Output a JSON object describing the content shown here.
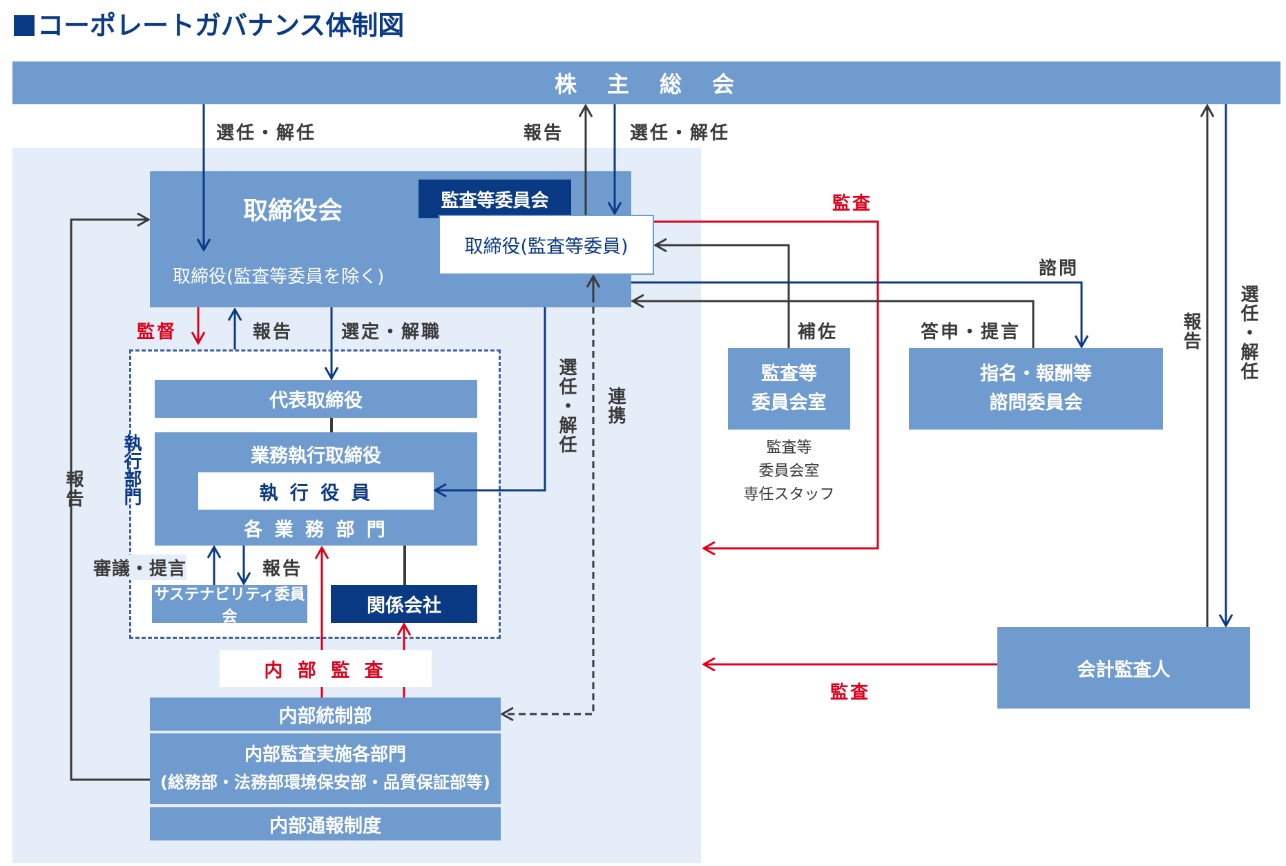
{
  "title": "コーポレートガバナンス体制図",
  "colors": {
    "primary_box": "#6f9bcf",
    "dark_box": "#0b3a84",
    "light_background": "#e4edf8",
    "audit_red": "#e0001b",
    "line_dark": "#3a3a3a",
    "line_navy": "#0b3a84"
  },
  "nodes": {
    "shareholders": "株　主　総　会",
    "board": "取締役会",
    "board_directors": "取締役(監査等委員を除く)",
    "audit_committee": "監査等委員会",
    "audit_committee_members": "取締役(監査等委員)",
    "representative_director": "代表取締役",
    "executive_directors": "業務執行取締役",
    "executive_officers": "執 行 役 員",
    "business_divisions": "各 業 務 部 門",
    "sustainability_committee": "サステナビリティ委員会",
    "affiliates": "関係会社",
    "internal_audit_label": "内 部 監 査",
    "internal_control_dept": "内部統制部",
    "internal_audit_depts_line1": "内部監査実施各部門",
    "internal_audit_depts_line2": "(総務部・法務部環境保安部・品質保証部等)",
    "whistleblowing": "内部通報制度",
    "audit_committee_office_line1": "監査等",
    "audit_committee_office_line2": "委員会室",
    "audit_office_staff_line1": "監査等",
    "audit_office_staff_line2": "委員会室",
    "audit_office_staff_line3": "専任スタッフ",
    "nomination_committee_line1": "指名・報酬等",
    "nomination_committee_line2": "諮問委員会",
    "accounting_auditor": "会計監査人",
    "execution_division": "執行部門"
  },
  "edge_labels": {
    "elect_dismiss_board": "選任・解任",
    "report_to_shareholders": "報告",
    "elect_dismiss_audit": "選任・解任",
    "audit_red_top": "監査",
    "consult": "諮問",
    "supervise": "監督",
    "report_from_exec": "報告",
    "select_dismiss": "選定・解職",
    "elect_dismiss_officers": "選任・解任",
    "cooperation": "連携",
    "assist": "補佐",
    "reply_proposal": "答申・提言",
    "report_left": "報告",
    "deliberate_propose": "審議・提言",
    "report_sustainability": "報告",
    "report_auditor": "報告",
    "elect_dismiss_auditor": "選任・解任",
    "audit_red_bottom": "監査"
  }
}
